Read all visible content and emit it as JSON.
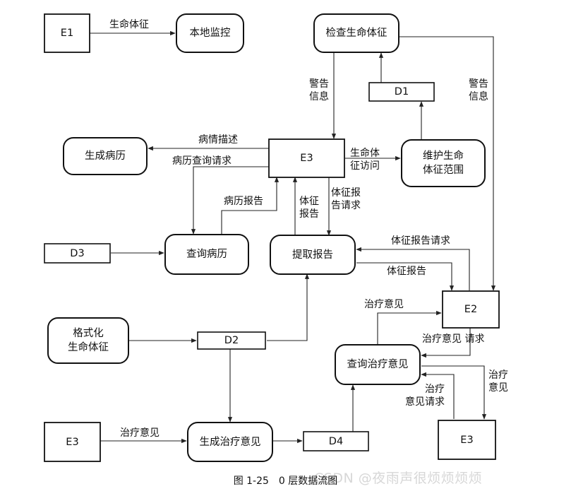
{
  "nodes": {
    "e1": "E1",
    "local_monitor": "本地监控",
    "check_vitals": "检查生命体征",
    "d1": "D1",
    "gen_record": "生成病历",
    "e3_center": "E3",
    "maintain_range": "维护生命\n体征范围",
    "d3": "D3",
    "query_record": "查询病历",
    "extract_report": "提取报告",
    "e2": "E2",
    "format_vitals": "格式化\n生命体征",
    "d2": "D2",
    "query_treatment": "查询治疗意见",
    "e3_bottom_left": "E3",
    "gen_treatment": "生成治疗意见",
    "d4": "D4",
    "e3_bottom_right": "E3"
  },
  "flows": {
    "vital_signs": "生命体征",
    "warning_left": "警告\n信息",
    "warning_right": "警告\n信息",
    "illness_desc": "病情描述",
    "record_query_req": "病历查询请求",
    "vitals_access": "生命体\n征访问",
    "record_report": "病历报告",
    "vitals_report_up": "体征\n报告",
    "vitals_report_req_down": "体征报\n告请求",
    "vitals_report_req": "体征报告请求",
    "vitals_report": "体征报告",
    "treatment_up": "治疗意见",
    "treatment_req_from_e2": "治疗意见 请求",
    "treatment_to_e3": "治疗\n意见",
    "treatment_req_from_e3": "治疗\n意见请求",
    "treatment_in": "治疗意见"
  },
  "caption": "图 1-25　0 层数据流图",
  "watermark": "CSDN @夜雨声很烦烦烦烦"
}
